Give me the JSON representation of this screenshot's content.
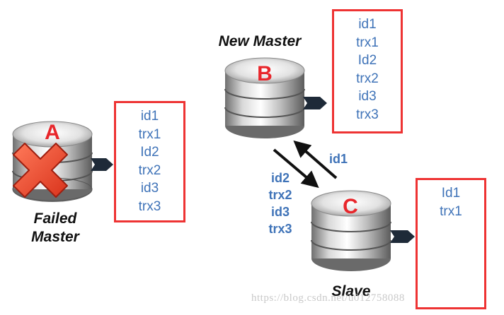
{
  "nodes": {
    "a": {
      "letter": "A",
      "caption_line1": "Failed",
      "caption_line2": "Master"
    },
    "b": {
      "letter": "B",
      "caption": "New Master"
    },
    "c": {
      "letter": "C",
      "caption": "Slave"
    }
  },
  "boxes": {
    "a": [
      "id1",
      "trx1",
      "Id2",
      "trx2",
      "id3",
      "trx3"
    ],
    "b": [
      "id1",
      "trx1",
      "Id2",
      "trx2",
      "id3",
      "trx3"
    ],
    "c": [
      "Id1",
      "trx1"
    ]
  },
  "arrows": {
    "c_to_b_label": "id1",
    "b_to_c_labels": [
      "id2",
      "trx2",
      "id3",
      "trx3"
    ]
  },
  "watermark": "https://blog.csdn.net/u012758088",
  "colors": {
    "box_border": "#ee3333",
    "box_text": "#3f73b8",
    "node_letter": "#e8262b",
    "failure_x": "#e8482b"
  },
  "icons": [
    "database-icon",
    "failed-x-icon",
    "output-arrow-icon"
  ]
}
